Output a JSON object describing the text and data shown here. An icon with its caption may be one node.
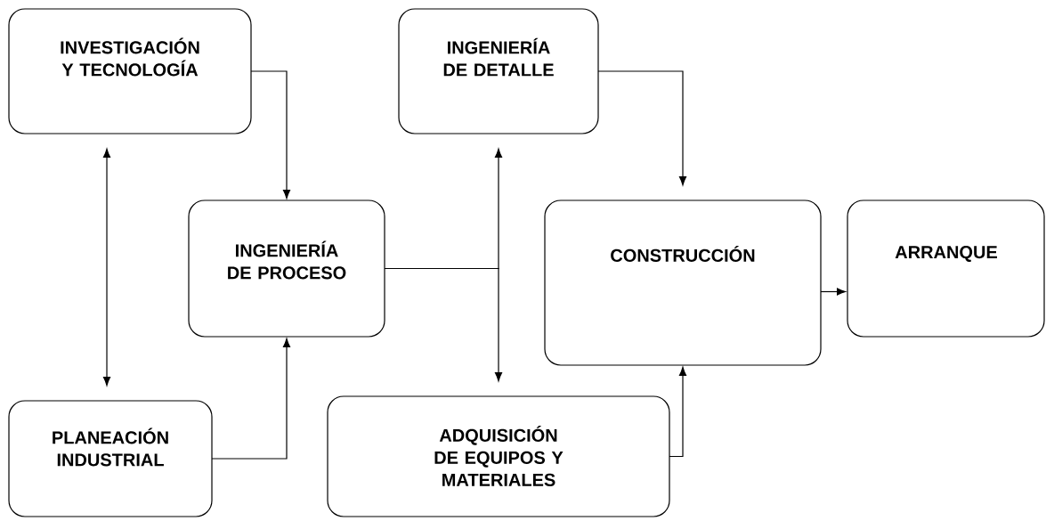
{
  "diagram": {
    "nodes": [
      {
        "text": [
          "INVESTIGACIÓN Y TECNOLOGÍA"
        ]
      },
      {
        "text": [
          "INGENIERÍA DE DETALLE"
        ]
      },
      {
        "text": [
          "INGENIERÍA DE PROCESO"
        ]
      },
      {
        "text": [
          "CONSTRUCCIÓN"
        ]
      },
      {
        "text": [
          "ARRANQUE"
        ]
      },
      {
        "text": [
          "PLANEACIÓN INDUSTRIAL"
        ]
      },
      {
        "text": [
          "ADQUISICIÓN DE EQUIPOS Y MATERIALES"
        ]
      }
    ],
    "edges": [
      {
        "from": 0,
        "to": 2,
        "arrow": "to"
      },
      {
        "from": 0,
        "to": 5,
        "arrow": "both"
      },
      {
        "from": 5,
        "to": 2,
        "arrow": "to"
      },
      {
        "from": 2,
        "to": 1,
        "arrow": "to"
      },
      {
        "from": 2,
        "to": 6,
        "arrow": "to"
      },
      {
        "from": 1,
        "to": 3,
        "arrow": "to"
      },
      {
        "from": 6,
        "to": 3,
        "arrow": "to"
      },
      {
        "from": 3,
        "to": 4,
        "arrow": "to"
      }
    ]
  }
}
